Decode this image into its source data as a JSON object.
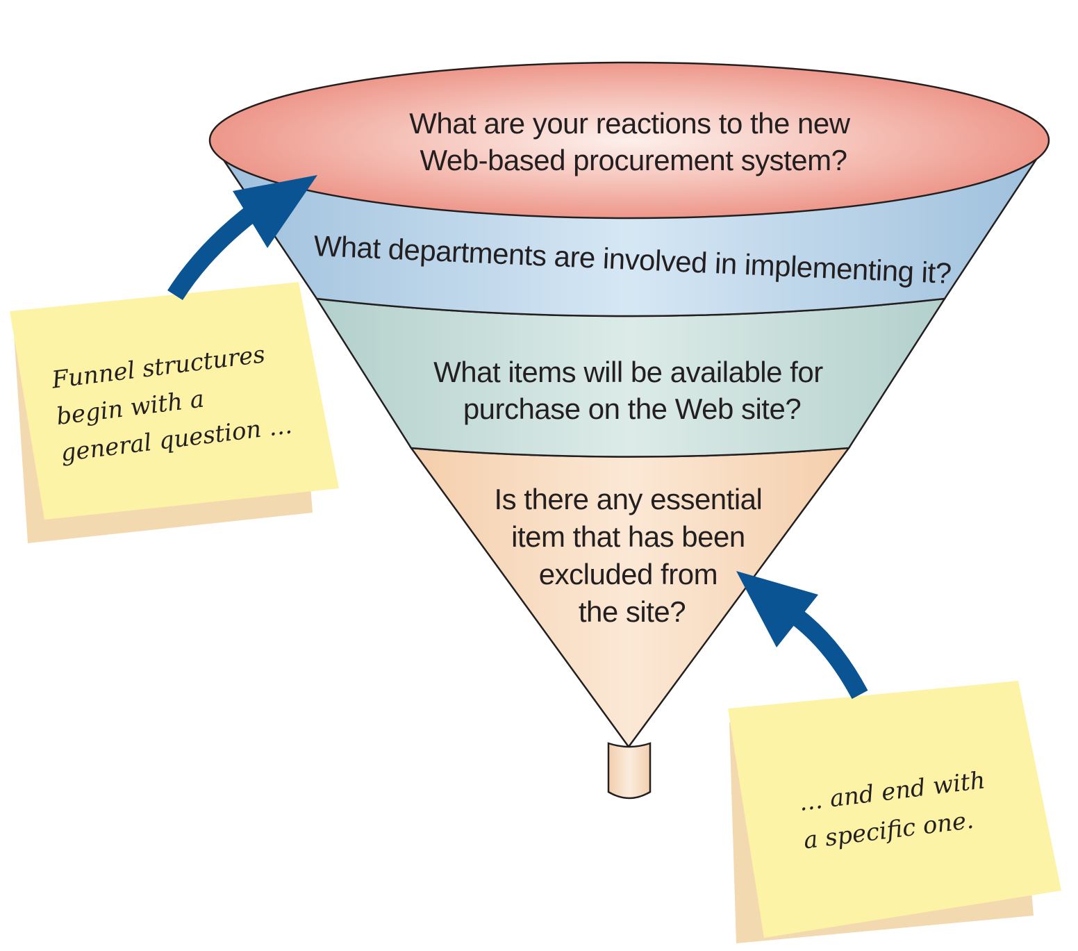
{
  "funnel": {
    "top_question": [
      "What are your reactions to the new",
      "Web-based procurement system?"
    ],
    "band2_question": "What departments are involved in implementing it?",
    "band3_question": [
      "What items will be available for",
      "purchase on the Web site?"
    ],
    "band4_question": [
      "Is there any essential",
      "item that has been",
      "excluded from",
      "the site?"
    ]
  },
  "notes": {
    "left": [
      "Funnel structures",
      "begin with a",
      "general question …"
    ],
    "right": [
      "… and end with",
      "a specific one."
    ]
  },
  "colors": {
    "rim": "#ee8e82",
    "band_blue": "#a8c8e2",
    "band_teal": "#c3dcd9",
    "band_peach": "#f7d9bb",
    "note_yellow": "#fdf3a6",
    "note_shadow": "#f3d9b0",
    "arrow": "#0a5494"
  }
}
